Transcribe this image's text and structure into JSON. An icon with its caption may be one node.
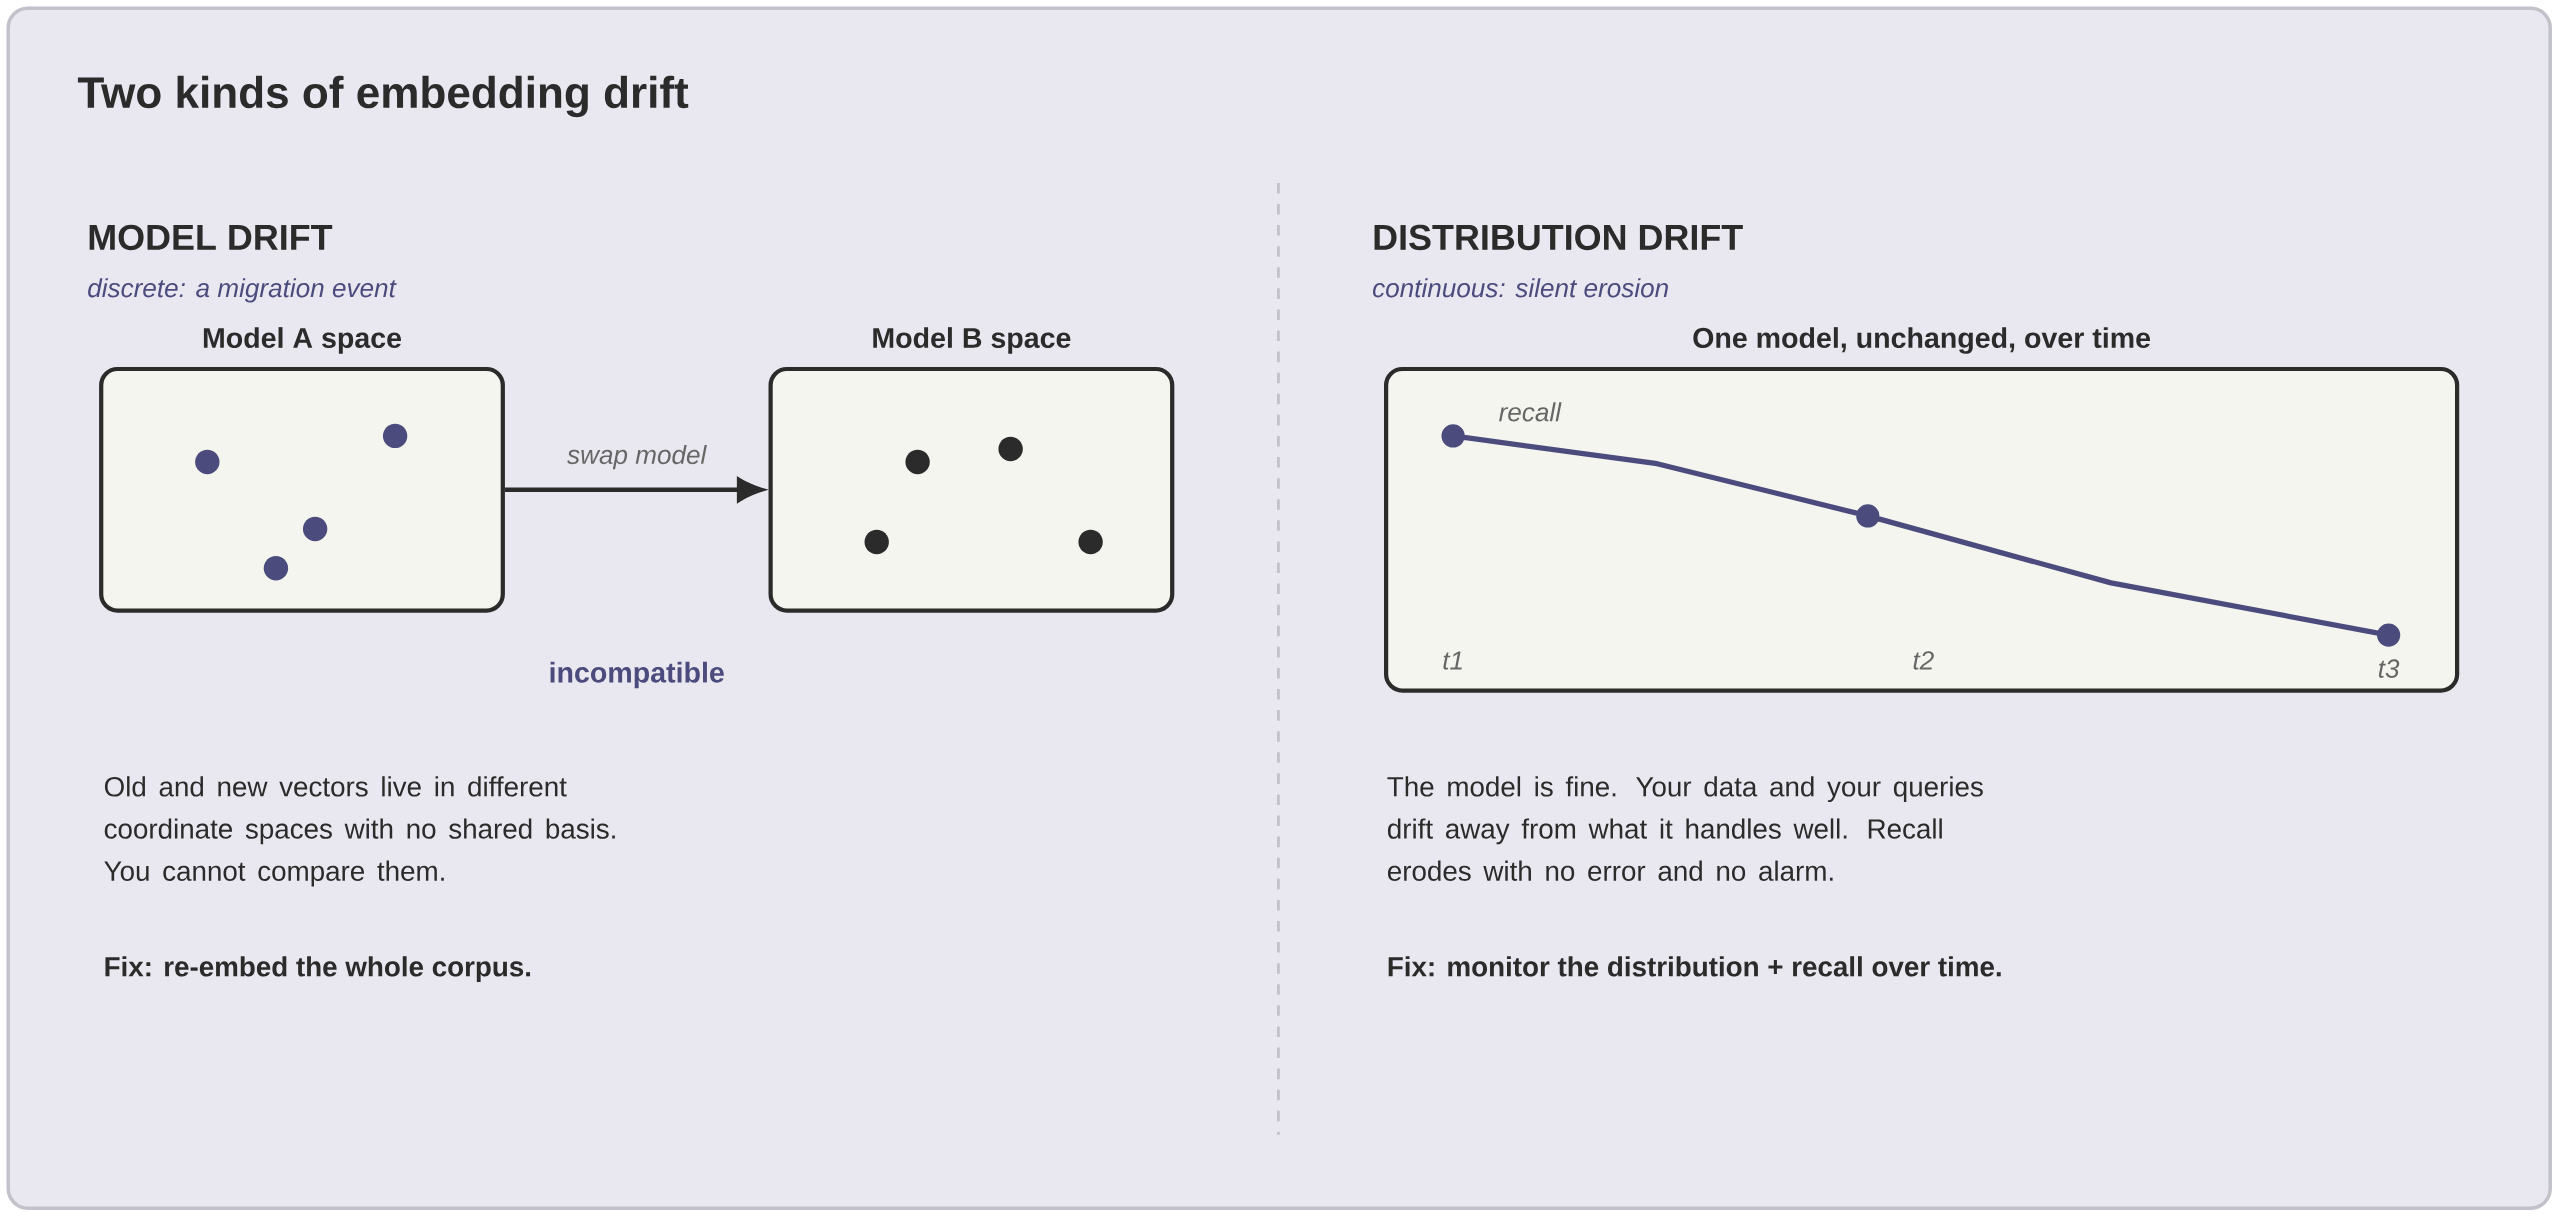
{
  "diagram": {
    "title": "Two kinds of embedding drift",
    "nodes": [
      {
        "text": [
          "Model A space"
        ]
      },
      {
        "text": [
          "Model B space"
        ]
      },
      {
        "text": [
          "One model, unchanged, over time",
          "recall",
          "t1",
          "t2",
          "t3"
        ]
      }
    ],
    "edges": [
      {
        "from": 0,
        "to": 1,
        "arrow": "to",
        "label": "swap model"
      }
    ],
    "labels": [
      "MODEL DRIFT",
      "discrete: a migration event",
      "DISTRIBUTION DRIFT",
      "continuous: silent erosion",
      "incompatible",
      "Old and new vectors live in different coordinate spaces with no shared basis. You cannot compare them.",
      "The model is fine. Your data and your queries drift away from what it handles well. Recall erodes with no error and no alarm.",
      "Fix: re-embed the whole corpus.",
      "Fix: monitor the distribution + recall over time."
    ]
  }
}
